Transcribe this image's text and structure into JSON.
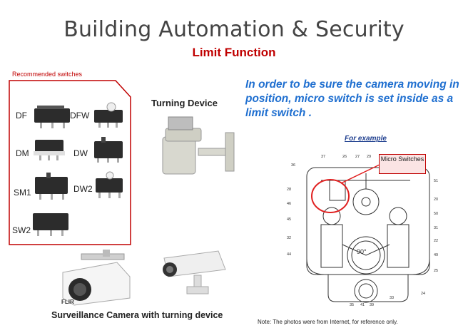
{
  "title": "Building Automation & Security",
  "subtitle": "Limit Function",
  "recommended_label": "Recommended switches",
  "switches": [
    "DF",
    "DFW",
    "DM",
    "DW",
    "SM1",
    "DW2",
    "SW2"
  ],
  "turning_device_label": "Turning Device",
  "description": "In order to be sure the camera moving in position, micro switch is set inside as a limit switch .",
  "example_label": "For example",
  "callout": "Micro Switches",
  "camera_caption": "Surveillance Camera with turning device",
  "camera_logo": "FLIR",
  "note": "Note: The photos were from Internet, for reference only.",
  "diagram_numbers": [
    "36",
    "37",
    "26",
    "27",
    "29",
    "28",
    "46",
    "45",
    "32",
    "44",
    "51",
    "20",
    "50",
    "31",
    "22",
    "49",
    "25",
    "24",
    "33",
    "35",
    "41",
    "39"
  ],
  "diagram_angle": "90°",
  "colors": {
    "accent_red": "#c00000",
    "text_blue": "#1f6fd0",
    "title_gray": "#444444"
  }
}
